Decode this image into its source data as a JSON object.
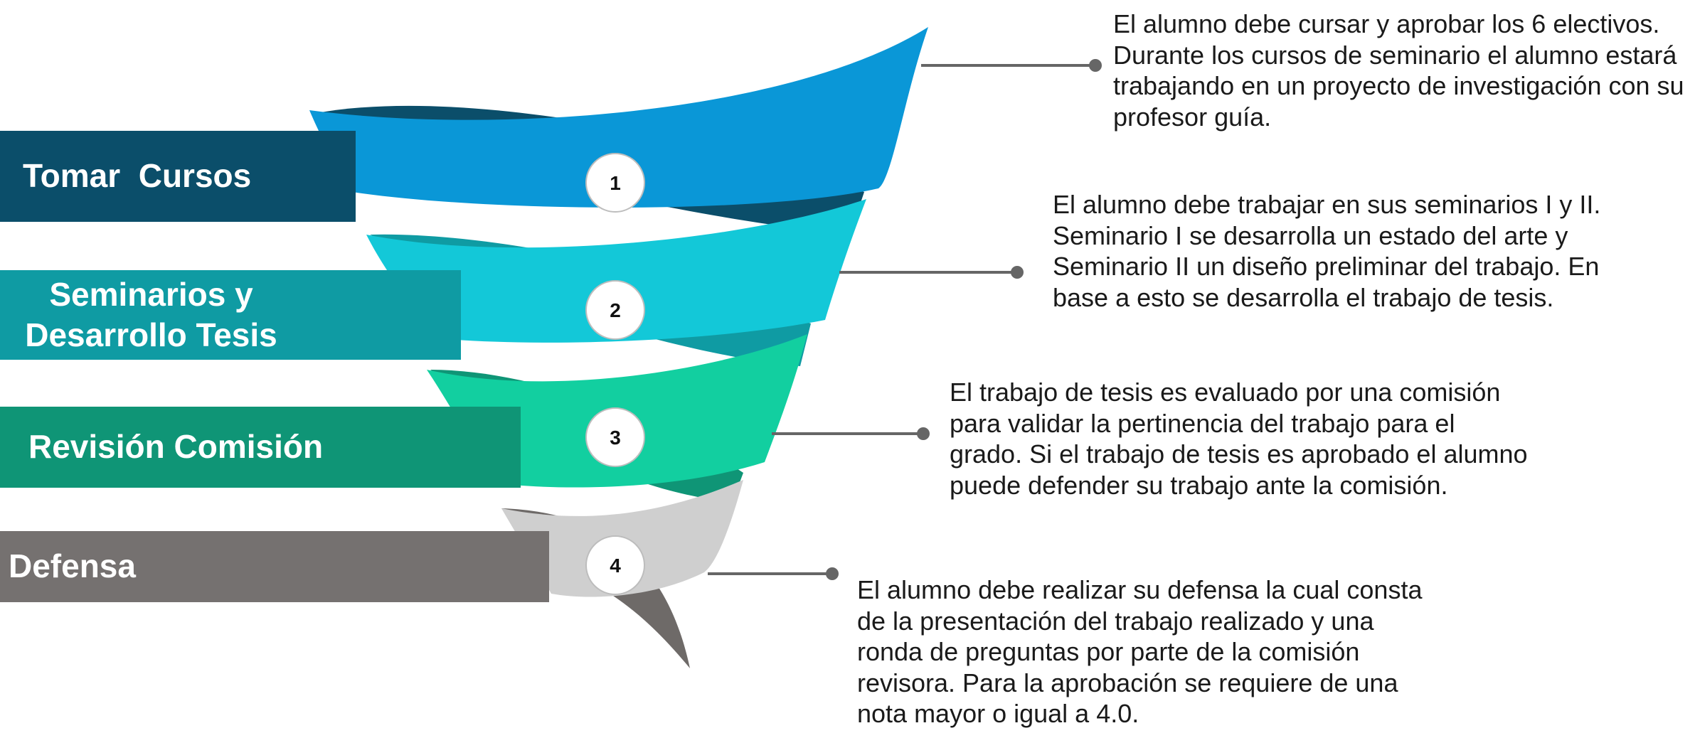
{
  "stages": [
    {
      "title": "Tomar  Cursos",
      "number": "1",
      "description": "El alumno debe cursar y aprobar los 6 electivos. Durante los cursos de seminario el alumno estará trabajando en un proyecto de investigación con su profesor guía."
    },
    {
      "title": "Seminarios y Desarrollo Tesis",
      "number": "2",
      "description": "El alumno debe trabajar en sus seminarios I y II. Seminario I se desarrolla un estado del arte y Seminario II un diseño preliminar del trabajo. En base a esto se desarrolla el trabajo de tesis."
    },
    {
      "title": "Revisión Comisión",
      "number": "3",
      "description": "El trabajo de tesis es evaluado por una comisión para validar la pertinencia del trabajo para el grado. Si el trabajo de tesis es aprobado el alumno puede defender su trabajo ante la comisión."
    },
    {
      "title": "Defensa",
      "number": "4",
      "description": "El alumno debe realizar su defensa la cual consta de la presentación del trabajo realizado y una ronda de preguntas por parte de la comisión revisora. Para la aprobación se requiere de una nota mayor o igual a 4.0."
    }
  ],
  "colors": {
    "stage1": "#0a97d7",
    "stage1_dark": "#0b4e6a",
    "stage2": "#13c8d8",
    "stage2_dark": "#0f9ba3",
    "stage3": "#12cfa0",
    "stage3_dark": "#0f9576",
    "stage4": "#cfcfcf",
    "stage4_dark": "#6e6a68",
    "connector": "#666666"
  }
}
